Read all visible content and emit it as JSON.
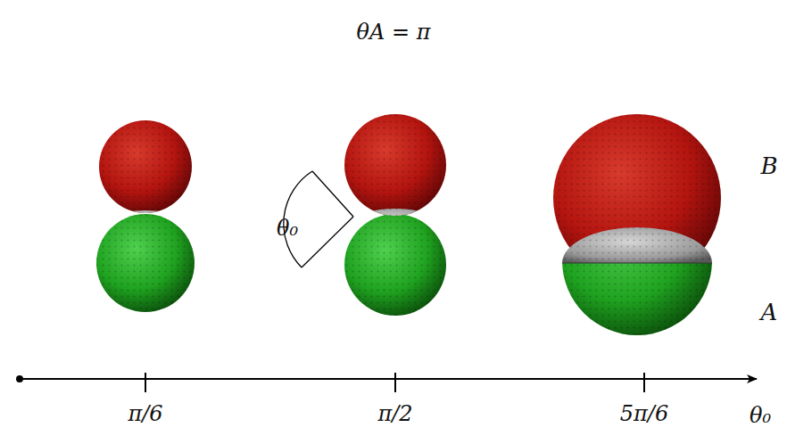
{
  "diagram": {
    "title": "θA = π",
    "labels": [
      "θ₀",
      "B",
      "A",
      "π/6",
      "π/2",
      "5π/6",
      "θ₀"
    ]
  }
}
